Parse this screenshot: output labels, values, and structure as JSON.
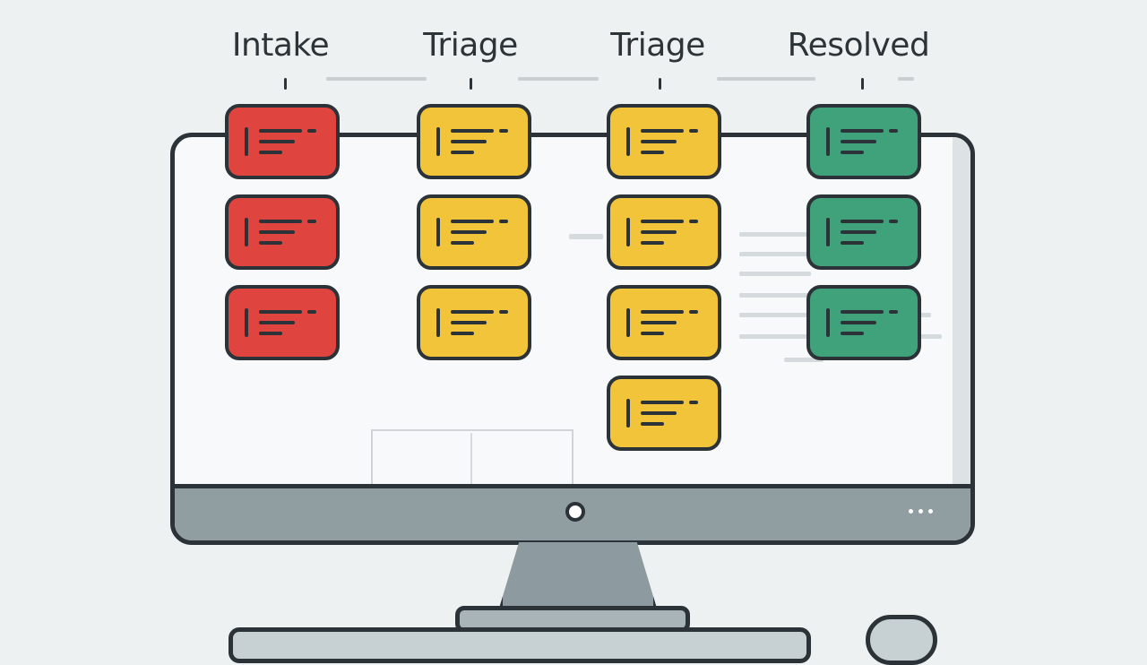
{
  "columns": [
    {
      "title": "Intake",
      "color": "#e0443f",
      "card_count": 3
    },
    {
      "title": "Triage",
      "color": "#f1c43a",
      "card_count": 3
    },
    {
      "title": "Triage",
      "color": "#f1c43a",
      "card_count": 4
    },
    {
      "title": "Resolved",
      "color": "#3fa27a",
      "card_count": 3
    }
  ],
  "icons": {
    "power": "power-button-icon",
    "dots": "more-dots-icon"
  }
}
